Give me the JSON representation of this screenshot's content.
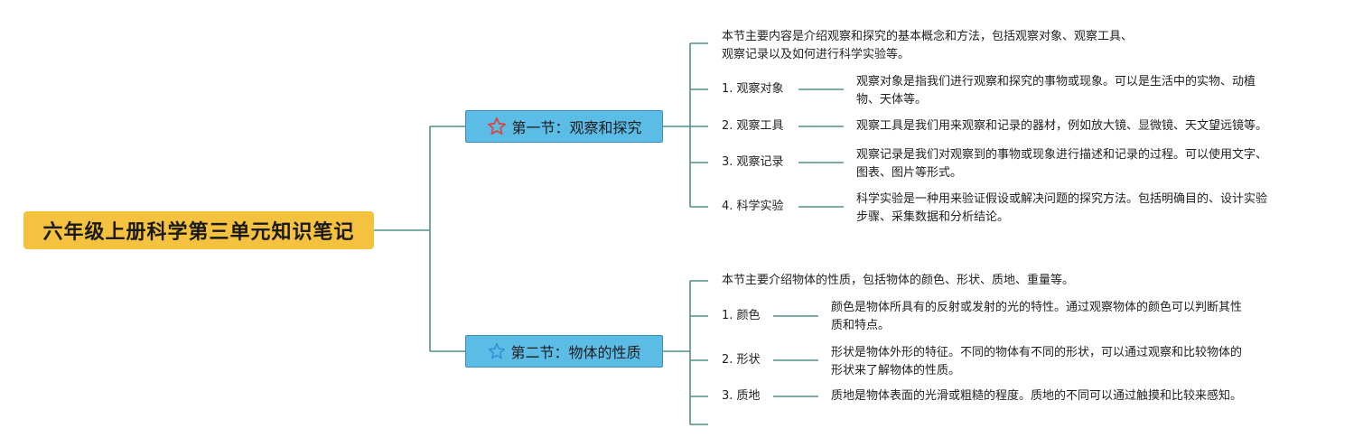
{
  "root": {
    "title": "六年级上册科学第三单元知识笔记"
  },
  "sections": [
    {
      "title": "第一节：观察和探究",
      "icon": "star-outline-red-icon",
      "intro": [
        "本节主要内容是介绍观察和探究的基本概念和方法，包括观察对象、观察工具、",
        "观察记录以及如何进行科学实验等。"
      ],
      "items": [
        {
          "label": "1. 观察对象",
          "desc": [
            "观察对象是指我们进行观察和探究的事物或现象。可以是生活中的实物、动植",
            "物、天体等。"
          ]
        },
        {
          "label": "2. 观察工具",
          "desc": [
            "观察工具是我们用来观察和记录的器材，例如放大镜、显微镜、天文望远镜等。"
          ]
        },
        {
          "label": "3. 观察记录",
          "desc": [
            "观察记录是我们对观察到的事物或现象进行描述和记录的过程。可以使用文字、",
            "图表、图片等形式。"
          ]
        },
        {
          "label": "4. 科学实验",
          "desc": [
            "科学实验是一种用来验证假设或解决问题的探究方法。包括明确目的、设计实验",
            "步骤、采集数据和分析结论。"
          ]
        }
      ]
    },
    {
      "title": "第二节：物体的性质",
      "icon": "star-outline-blue-icon",
      "intro": [
        "本节主要介绍物体的性质，包括物体的颜色、形状、质地、重量等。"
      ],
      "items": [
        {
          "label": "1. 颜色",
          "desc": [
            "颜色是物体所具有的反射或发射的光的特性。通过观察物体的颜色可以判断其性",
            "质和特点。"
          ]
        },
        {
          "label": "2. 形状",
          "desc": [
            "形状是物体外形的特征。不同的物体有不同的形状，可以通过观察和比较物体的",
            "形状来了解物体的性质。"
          ]
        },
        {
          "label": "3. 质地",
          "desc": [
            "质地是物体表面的光滑或粗糙的程度。质地的不同可以通过触摸和比较来感知。"
          ]
        }
      ]
    }
  ],
  "colors": {
    "root_bg": "#f4c23f",
    "section_bg": "#5bbde6",
    "line": "#4f8f86",
    "star1": "#e0403a",
    "star2": "#2f8fd8"
  }
}
